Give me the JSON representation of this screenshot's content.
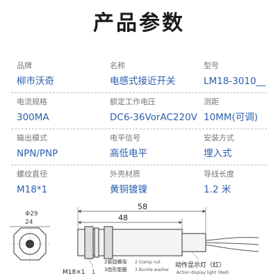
{
  "title": "产品参数",
  "rows": [
    [
      {
        "label": "品牌",
        "value": "柳市沃奇"
      },
      {
        "label": "名称",
        "value": "电感式接近开关"
      },
      {
        "label": "型号",
        "value": "LM18-3010__"
      }
    ],
    [
      {
        "label": "电流规格",
        "value": "300MA"
      },
      {
        "label": "额定工作电压",
        "value": "DC6-36VorAC220V"
      },
      {
        "label": "测距",
        "value": "10MM(可调)"
      }
    ],
    [
      {
        "label": "输出模式",
        "value": "NPN/PNP"
      },
      {
        "label": "电平信号",
        "value": "高低电平"
      },
      {
        "label": "安装方式",
        "value": "埋入式"
      }
    ],
    [
      {
        "label": "螺纹直径",
        "value": "M18*1"
      },
      {
        "label": "外壳材质",
        "value": "黄铜镀镍"
      },
      {
        "label": "导线长度",
        "value": "1.2 米"
      }
    ]
  ],
  "drawing": {
    "face_dim_outer": "Φ29",
    "face_dim_inner": "24",
    "total_length": "58",
    "thread_length": "48",
    "thread_label": "M18×1",
    "part1_num": "1",
    "part2_label": "2紧固螺母",
    "part2_en": "2 Clamp nut",
    "part3_label": "3齿形垫圈",
    "part3_en": "3 Buckle washer",
    "led_label": "动作显示灯（红）",
    "led_en": "Action display light (Red)"
  },
  "colors": {
    "value_text": "#2a5fae",
    "label_text": "#777777",
    "title_text": "#1a1a1a",
    "divider": "#b9b9b9"
  }
}
